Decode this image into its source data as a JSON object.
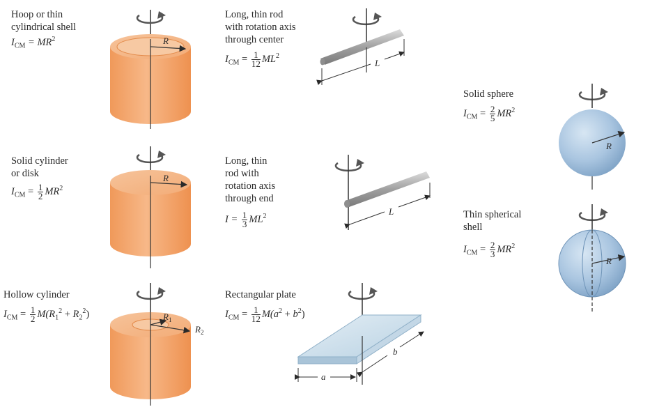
{
  "items": {
    "hoop": {
      "title_lines": [
        "Hoop or thin",
        "cylindrical shell"
      ],
      "formula_lhs": "I",
      "formula_sub": "CM",
      "formula_rhs": "= MR",
      "formula_sup": "2",
      "radius_label": "R"
    },
    "solid_cylinder": {
      "title_lines": [
        "Solid cylinder",
        "or disk"
      ],
      "frac_num": "1",
      "frac_den": "2",
      "rhs": "MR",
      "sup": "2",
      "radius_label": "R"
    },
    "hollow_cylinder": {
      "title": "Hollow cylinder",
      "frac_num": "1",
      "frac_den": "2",
      "rhs": "M(R",
      "r1_label": "R",
      "r2_label": "R"
    },
    "rod_center": {
      "title_lines": [
        "Long, thin rod",
        "with rotation axis",
        "through center"
      ],
      "frac_num": "1",
      "frac_den": "12",
      "rhs": "ML",
      "sup": "2",
      "length_label": "L"
    },
    "rod_end": {
      "title_lines": [
        "Long, thin",
        "rod with",
        "rotation axis",
        "through end"
      ],
      "lhs": "I =",
      "frac_num": "1",
      "frac_den": "3",
      "rhs": "ML",
      "sup": "2",
      "length_label": "L"
    },
    "plate": {
      "title": "Rectangular plate",
      "frac_num": "1",
      "frac_den": "12",
      "rhs": "M(a",
      "a_label": "a",
      "b_label": "b"
    },
    "solid_sphere": {
      "title": "Solid sphere",
      "frac_num": "2",
      "frac_den": "5",
      "rhs": "MR",
      "sup": "2",
      "radius_label": "R"
    },
    "spherical_shell": {
      "title_lines": [
        "Thin spherical",
        "shell"
      ],
      "frac_num": "2",
      "frac_den": "3",
      "rhs": "MR",
      "sup": "2",
      "radius_label": "R"
    }
  },
  "colors": {
    "cylinder_orange": "#f4a56a",
    "rod_gray": "#a9a9a9",
    "plate_blue": "#cfe0ec",
    "sphere_blue": "#a8c4df"
  }
}
